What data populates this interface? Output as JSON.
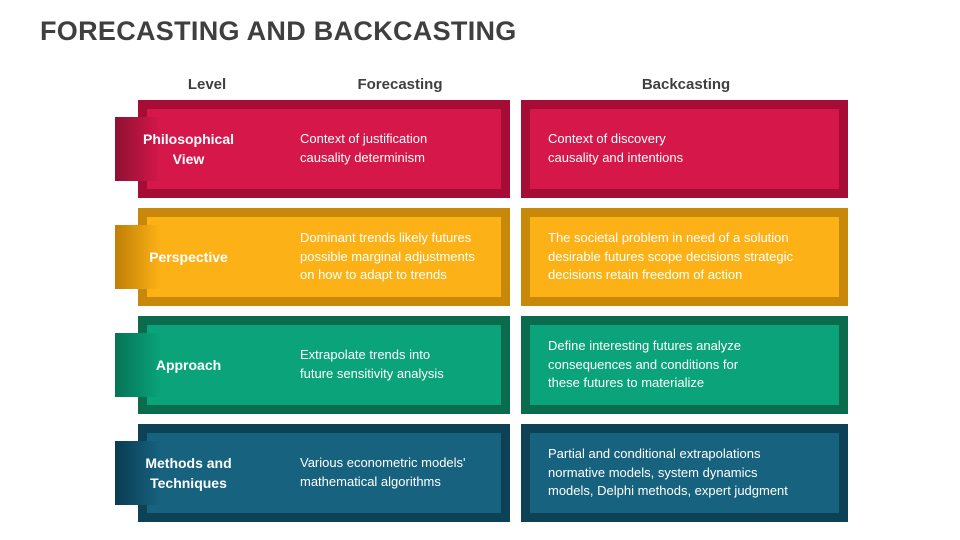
{
  "slide": {
    "title": "FORECASTING AND BACKCASTING",
    "title_color": "#3F3F3F",
    "background_color": "#FFFFFF",
    "text_color_on_fills": "#FFFFFF"
  },
  "table": {
    "headers": {
      "level": "Level",
      "forecasting": "Forecasting",
      "backcasting": "Backcasting"
    },
    "rows": [
      {
        "label": "Philosophical\nView",
        "forecasting": "Context of justification\ncausality determinism",
        "backcasting": "Context of discovery\ncausality and intentions",
        "colors": {
          "outer": "#A50D36",
          "inner": "#D5174A",
          "arrow_dark": "#8E1133"
        }
      },
      {
        "label": "Perspective",
        "forecasting": "Dominant trends likely futures\npossible marginal adjustments\non how to adapt to trends",
        "backcasting": "The societal problem in need of a solution\ndesirable futures scope decisions strategic\ndecisions retain freedom of action",
        "colors": {
          "outer": "#C8890A",
          "inner": "#FCB216",
          "arrow_dark": "#C07F06"
        }
      },
      {
        "label": "Approach",
        "forecasting": "Extrapolate trends into\nfuture sensitivity analysis",
        "backcasting": "Define interesting futures analyze\nconsequences and conditions for\nthese futures to materialize",
        "colors": {
          "outer": "#0B6B4D",
          "inner": "#0AA37A",
          "arrow_dark": "#067455"
        }
      },
      {
        "label": "Methods and\nTechniques",
        "forecasting": "Various econometric models'\nmathematical algorithms",
        "backcasting": "Partial and conditional extrapolations\nnormative models, system dynamics\nmodels, Delphi methods, expert judgment",
        "colors": {
          "outer": "#0D4156",
          "inner": "#16627F",
          "arrow_dark": "#0A3C52"
        }
      }
    ]
  }
}
